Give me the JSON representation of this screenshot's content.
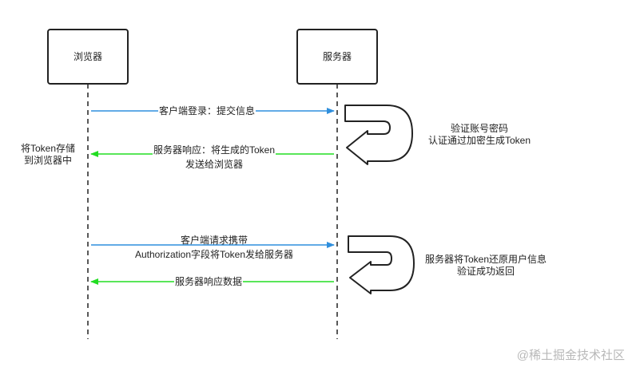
{
  "participants": {
    "browser": "浏览器",
    "server": "服务器"
  },
  "messages": {
    "m1": "客户端登录：提交信息",
    "m2_line1": "服务器响应：将生成的Token",
    "m2_line2": "发送给浏览器",
    "m3_line1": "客户端请求携带",
    "m3_line2": "Authorization字段将Token发给服务器",
    "m4": "服务器响应数据"
  },
  "notes": {
    "server_verify_line1": "验证账号密码",
    "server_verify_line2": "认证通过加密生成Token",
    "browser_store_line1": "将Token存储",
    "browser_store_line2": "到浏览器中",
    "server_restore_line1": "服务器将Token还原用户信息",
    "server_restore_line2": "验证成功返回"
  },
  "watermark": "@稀土掘金技术社区",
  "colors": {
    "request_arrow": "#2f8fdd",
    "response_arrow": "#22dd22",
    "box_stroke": "#222222",
    "self_arrow_stroke": "#222222"
  }
}
